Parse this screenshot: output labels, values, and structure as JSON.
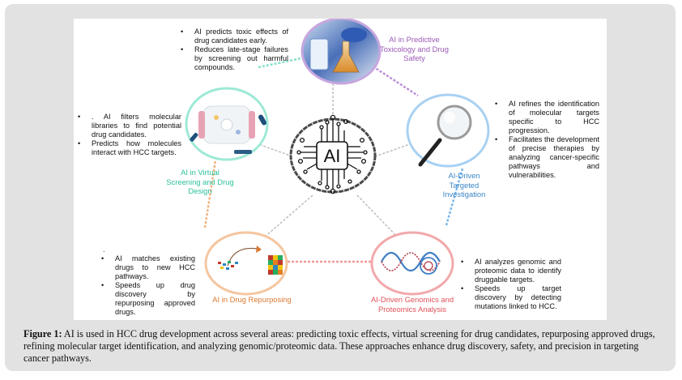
{
  "diagram": {
    "center": {
      "label": "AI",
      "icon": "ai-chip-icon"
    },
    "nodes": [
      {
        "id": "toxicology",
        "title": "AI in Predictive Toxicology and Drug Safety",
        "title_lines": [
          "AI in Predictive",
          "Toxicology and Drug",
          "Safety"
        ],
        "color": "#9b59b6",
        "image": "lab-flask-photo",
        "bullets": [
          "AI predicts toxic effects of drug candidates early.",
          "Reduces late-stage failures by screening out harmful compounds."
        ]
      },
      {
        "id": "virtual-screening",
        "title": "AI in Virtual Screening and Drug Design",
        "title_lines": [
          "AI in Virtual",
          "Screening and Drug",
          "Design"
        ],
        "color": "#2bbf9d",
        "image": "molecular-library-illustration",
        "bullets": [
          ". AI filters molecular libraries to find potential drug candidates.",
          "Predicts how molecules interact with HCC targets."
        ]
      },
      {
        "id": "targeted-investigation",
        "title": "AI-Driven Targeted Investigation",
        "title_lines": [
          "AI-Driven",
          "Targeted",
          "Investigation"
        ],
        "color": "#3b86c6",
        "image": "magnifying-glass",
        "bullets": [
          "AI refines the identification of molecular targets specific to HCC progression.",
          "Facilitates the development of precise therapies by analyzing cancer-specific pathways and vulnerabilities."
        ]
      },
      {
        "id": "repurposing",
        "title": "AI in Drug Repurposing",
        "title_lines": [
          "AI in Drug Repurposing"
        ],
        "color": "#d9782f",
        "image": "pills-to-blocks",
        "bullets_lead": ".",
        "bullets": [
          "AI matches existing drugs to new HCC pathways.",
          "Speeds up drug discovery by repurposing approved drugs."
        ]
      },
      {
        "id": "genomics",
        "title": "AI-Driven Genomics and Proteomics Analysis",
        "title_lines": [
          "AI-Driven Genomics and",
          "Proteomics Analysis"
        ],
        "color": "#e0525a",
        "image": "dna-helix",
        "bullets": [
          "AI analyzes genomic and proteomic data to identify druggable targets.",
          "Speeds up target discovery by detecting mutations linked to HCC."
        ]
      }
    ]
  },
  "caption": {
    "label": "Figure 1:",
    "text": " AI is used in HCC drug development across several areas: predicting toxic effects, virtual screening for drug candidates, repurposing approved drugs, refining molecular target identification, and analyzing genomic/proteomic data. These approaches enhance drug discovery, safety, and precision in targeting cancer pathways."
  }
}
